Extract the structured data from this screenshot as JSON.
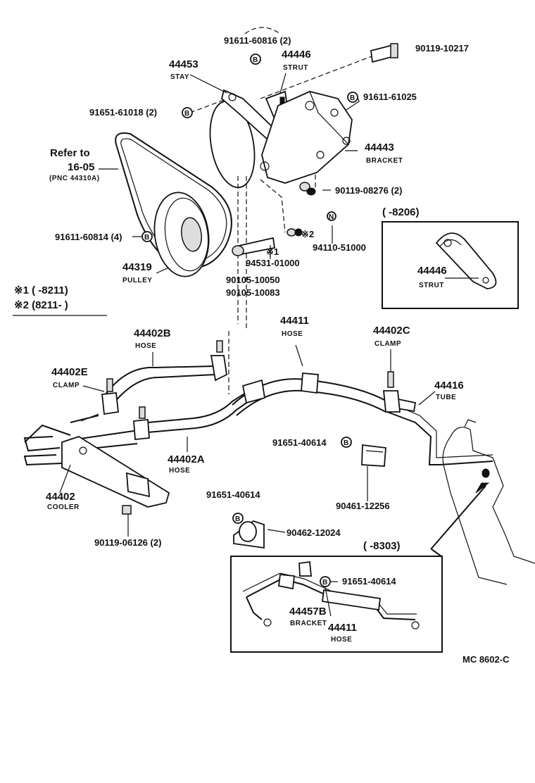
{
  "labels": {
    "l_91611_60816": "91611-60816 (2)",
    "l_44453": "44453",
    "l_stay": "STAY",
    "l_44446_top": "44446",
    "l_strut_top": "STRUT",
    "l_90119_10217": "90119-10217",
    "l_91611_61025": "91611-61025",
    "l_91651_61018": "91651-61018 (2)",
    "l_refer_to": "Refer to",
    "l_16_05": "16-05",
    "l_pnc": "(PNC 44310A)",
    "l_44443": "44443",
    "l_bracket": "BRACKET",
    "l_90119_08276": "90119-08276 (2)",
    "l_range_8206": "(       -8206)",
    "l_91611_60814": "91611-60814 (4)",
    "l_star2_small": "※2",
    "l_94110_51000": "94110-51000",
    "l_star1_small": "※1",
    "l_94531_01000": "94531-01000",
    "l_44319": "44319",
    "l_pulley": "PULLEY",
    "l_90105_10050": "90105-10050",
    "l_90105_10083": "90105-10083",
    "l_44446_box": "44446",
    "l_strut_box": "STRUT",
    "l_note1": "※1 (     -8211)",
    "l_note2": "※2 (8211-        )",
    "l_44402B": "44402B",
    "l_hose_b": "HOSE",
    "l_44411_top": "44411",
    "l_hose_top": "HOSE",
    "l_44402C": "44402C",
    "l_clamp_c": "CLAMP",
    "l_44402E": "44402E",
    "l_clamp_e": "CLAMP",
    "l_44416": "44416",
    "l_tube": "TUBE",
    "l_91651_40614_a": "91651-40614",
    "l_44402A": "44402A",
    "l_hose_a": "HOSE",
    "l_44402": "44402",
    "l_cooler": "COOLER",
    "l_90461_12256": "90461-12256",
    "l_91651_40614_b": "91651-40614",
    "l_90119_06126": "90119-06126 (2)",
    "l_90462_12024": "90462-12024",
    "l_range_8303": "(       -8303)",
    "l_91651_40614_c": "91651-40614",
    "l_44457B": "44457B",
    "l_bracket_b": "BRACKET",
    "l_44411_box": "44411",
    "l_hose_box": "HOSE",
    "l_code": "MC  8602-C"
  },
  "markers": {
    "b": "B",
    "n": "N"
  }
}
